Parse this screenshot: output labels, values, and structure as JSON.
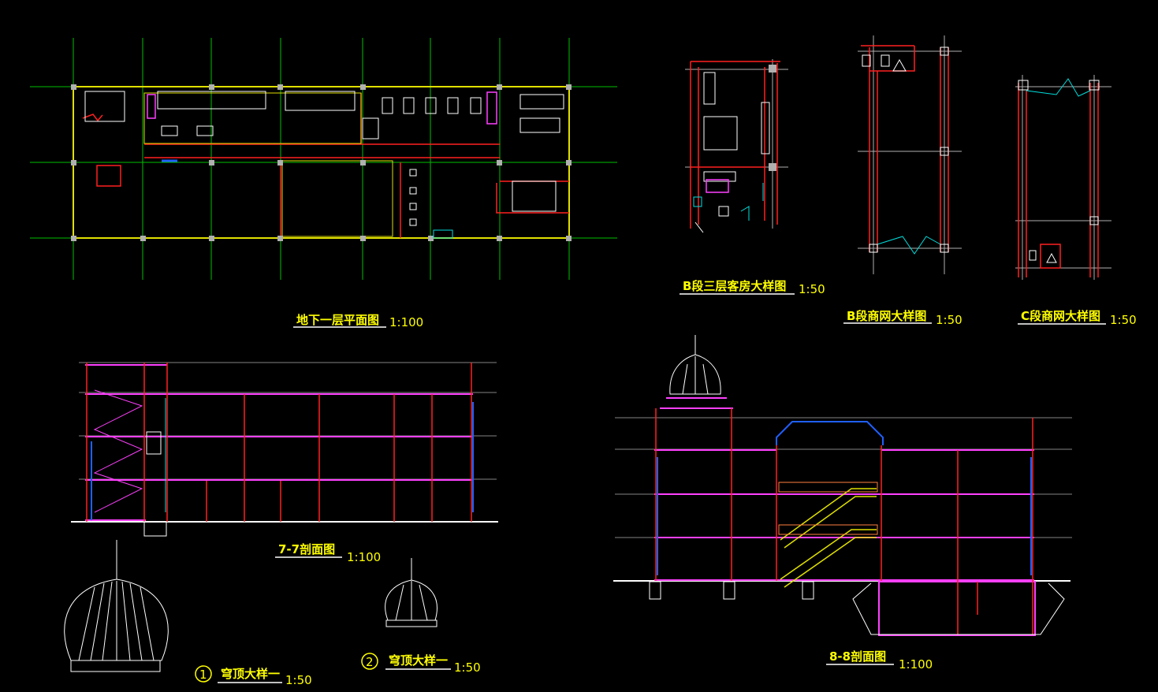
{
  "colors": {
    "background": "#000000",
    "title": "#ffff00",
    "grid": "#00c000",
    "wall": "#e0e000",
    "column": "#b0b0b0",
    "structure": "#ff2020",
    "slab": "#ff40ff",
    "glass": "#2060ff",
    "line": "#ffffff",
    "cyan": "#00e0e0"
  },
  "drawings": {
    "basement_plan": {
      "title": "地下一层平面图",
      "scale": "1:100"
    },
    "room_detail": {
      "title": "B段三层客房大样图",
      "scale": "1:50"
    },
    "b_shop_detail": {
      "title": "B段商网大样图",
      "scale": "1:50"
    },
    "c_shop_detail": {
      "title": "C段商网大样图",
      "scale": "1:50"
    },
    "section_77": {
      "title": "7-7剖面图",
      "scale": "1:100"
    },
    "section_88": {
      "title": "8-8剖面图",
      "scale": "1:100"
    },
    "dome_detail_1": {
      "number": "1",
      "title": "穹顶大样一",
      "scale": "1:50"
    },
    "dome_detail_2": {
      "number": "2",
      "title": "穹顶大样一",
      "scale": "1:50"
    }
  }
}
